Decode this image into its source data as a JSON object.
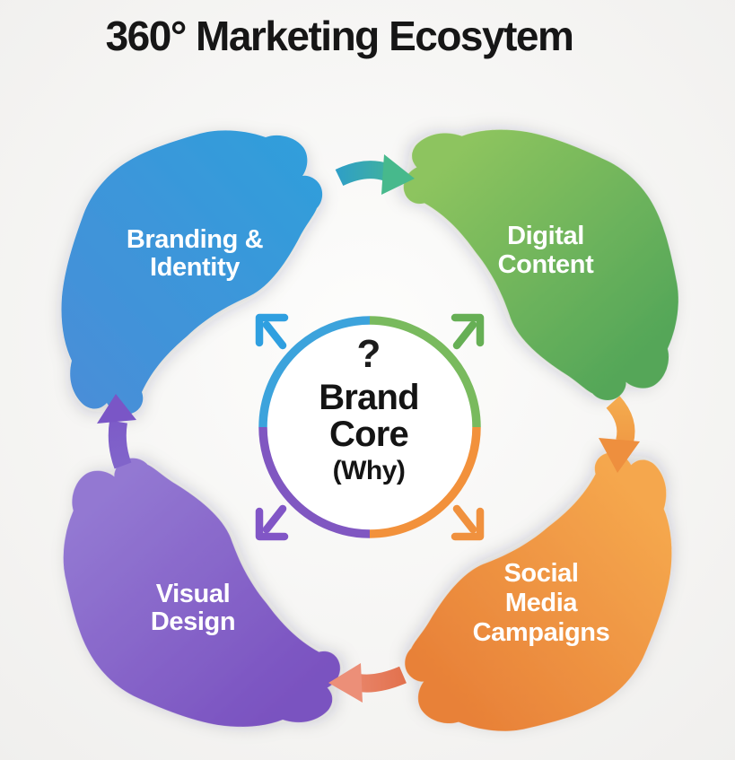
{
  "title": "360° Marketing Ecosytem",
  "background": {
    "center": "#fdfdfc",
    "edge": "#efeeec"
  },
  "center": {
    "icon": "?",
    "lines": [
      "Brand",
      "Core",
      "(Why)"
    ],
    "ring": {
      "top_left": "#3ca3dc",
      "top_right": "#79ba5e",
      "bottom_right": "#f2913b",
      "bottom_left": "#8057c1"
    }
  },
  "segments": [
    {
      "name": "branding-identity",
      "label_lines": [
        "Branding &",
        "Identity"
      ],
      "gradient": [
        "#4a8dd8",
        "#2f9fdb"
      ]
    },
    {
      "name": "digital-content",
      "label_lines": [
        "Digital",
        "Content"
      ],
      "gradient": [
        "#8dc45e",
        "#54a659"
      ]
    },
    {
      "name": "social-media-campaigns",
      "label_lines": [
        "Social",
        "Media",
        "Campaigns"
      ],
      "gradient": [
        "#f5a74d",
        "#e88138"
      ]
    },
    {
      "name": "visual-design",
      "label_lines": [
        "Visual",
        "Design"
      ],
      "gradient": [
        "#9378d2",
        "#7a52c0"
      ]
    }
  ],
  "cycle_arrows": [
    {
      "name": "top",
      "direction": "right",
      "gradient": [
        "#2f9fc6",
        "#47b98c"
      ]
    },
    {
      "name": "right",
      "direction": "down",
      "gradient": [
        "#f4ab4e",
        "#ee8f3e"
      ]
    },
    {
      "name": "bottom",
      "direction": "left",
      "gradient": [
        "#e2714d",
        "#ec8f78"
      ]
    },
    {
      "name": "left",
      "direction": "up",
      "gradient": [
        "#8266cb",
        "#7a56c6"
      ]
    }
  ],
  "expand_arrows": [
    {
      "name": "top-left",
      "color": "#2f9fe0"
    },
    {
      "name": "top-right",
      "color": "#66af55"
    },
    {
      "name": "bottom-left",
      "color": "#8156c6"
    },
    {
      "name": "bottom-right",
      "color": "#f0913e"
    }
  ]
}
